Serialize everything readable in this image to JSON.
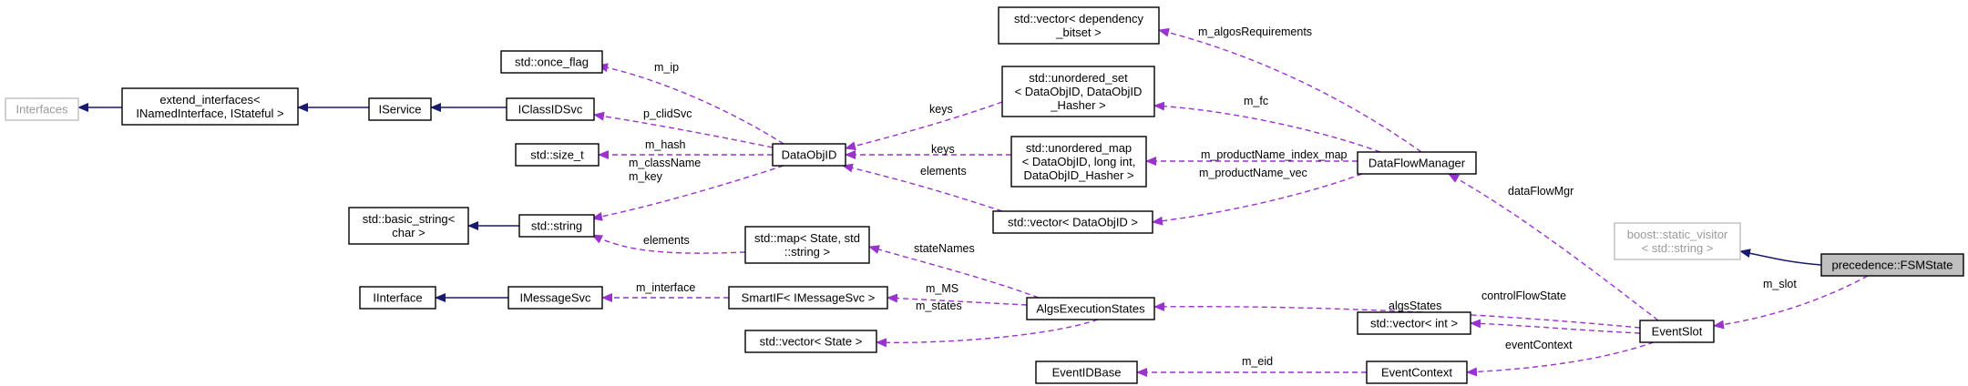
{
  "nodes": {
    "interfaces": {
      "lines": [
        "Interfaces"
      ]
    },
    "extend_interfaces": {
      "lines": [
        "extend_interfaces<",
        "INamedInterface, IStateful >"
      ]
    },
    "iservice": {
      "lines": [
        "IService"
      ]
    },
    "iclassidsvc": {
      "lines": [
        "IClassIDSvc"
      ]
    },
    "once_flag": {
      "lines": [
        "std::once_flag"
      ]
    },
    "size_t": {
      "lines": [
        "std::size_t"
      ]
    },
    "basic_string": {
      "lines": [
        "std::basic_string<",
        "char >"
      ]
    },
    "string": {
      "lines": [
        "std::string"
      ]
    },
    "iinterface": {
      "lines": [
        "IInterface"
      ]
    },
    "imessagesvc": {
      "lines": [
        "IMessageSvc"
      ]
    },
    "vector_state": {
      "lines": [
        "std::vector< State >"
      ]
    },
    "smartif": {
      "lines": [
        "SmartIF< IMessageSvc >"
      ]
    },
    "map_state": {
      "lines": [
        "std::map< State, std",
        "::string >"
      ]
    },
    "dataobjid": {
      "lines": [
        "DataObjID"
      ]
    },
    "vector_dep": {
      "lines": [
        "std::vector< dependency",
        "_bitset >"
      ]
    },
    "unordered_set": {
      "lines": [
        "std::unordered_set",
        "< DataObjID, DataObjID",
        "_Hasher >"
      ]
    },
    "unordered_map": {
      "lines": [
        "std::unordered_map",
        "< DataObjID, long int,",
        "DataObjID_Hasher >"
      ]
    },
    "vector_dataobjid": {
      "lines": [
        "std::vector< DataObjID >"
      ]
    },
    "dataflowmanager": {
      "lines": [
        "DataFlowManager"
      ]
    },
    "algsexecutionstates": {
      "lines": [
        "AlgsExecutionStates"
      ]
    },
    "vector_int": {
      "lines": [
        "std::vector< int >"
      ]
    },
    "eventidbase": {
      "lines": [
        "EventIDBase"
      ]
    },
    "eventcontext": {
      "lines": [
        "EventContext"
      ]
    },
    "eventslot": {
      "lines": [
        "EventSlot"
      ]
    },
    "static_visitor": {
      "lines": [
        "boost::static_visitor",
        "< std::string >"
      ]
    },
    "fsmstate": {
      "lines": [
        "precedence::FSMState"
      ]
    }
  },
  "edge_labels": {
    "m_ip": "m_ip",
    "p_clidSvc": "p_clidSvc",
    "m_hash": "m_hash",
    "m_className_key": [
      "m_className",
      "m_key"
    ],
    "elements_string": "elements",
    "m_interface": "m_interface",
    "m_MS": "m_MS",
    "m_states": "m_states",
    "stateNames": "stateNames",
    "keys_set": "keys",
    "keys_map": "keys",
    "elements_vector": "elements",
    "m_algosRequirements": "m_algosRequirements",
    "m_fc": "m_fc",
    "m_productName_index_map": "m_productName_index_map",
    "m_productName_vec": "m_productName_vec",
    "dataFlowMgr": "dataFlowMgr",
    "algsStates": "algsStates",
    "controlFlowState": "controlFlowState",
    "eventContext": "eventContext",
    "m_eid": "m_eid",
    "m_slot": "m_slot"
  },
  "colors": {
    "inheritance_edge": "#191970",
    "usage_edge": "#9a32cd",
    "highlight_fill": "#bfbfbf",
    "external_border": "#bfbfbf"
  }
}
